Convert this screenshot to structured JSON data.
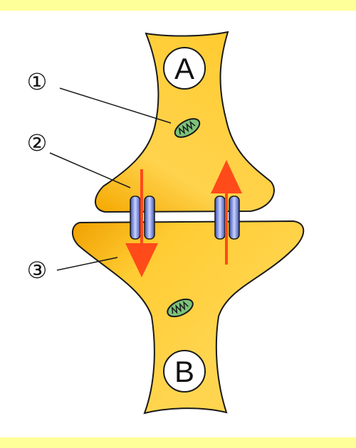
{
  "colors": {
    "band": "#ffff99",
    "cell_fill_light": "#ffe066",
    "cell_fill_dark": "#f5a800",
    "cell_stroke": "#1a1a1a",
    "arrow": "#ff4a1a",
    "channel": "#7b8fe0",
    "mitochondrion": "#2f8f3a"
  },
  "labels": {
    "neuron_a": "A",
    "neuron_b": "B",
    "callout_1": "①",
    "callout_2": "②",
    "callout_3": "③"
  },
  "icons": {
    "channels": [
      "ion-channel-icon",
      "ion-channel-icon"
    ],
    "mitochondria": [
      "mitochondrion-icon",
      "mitochondrion-icon"
    ],
    "arrows": [
      "down-arrow-icon",
      "up-arrow-icon"
    ]
  }
}
